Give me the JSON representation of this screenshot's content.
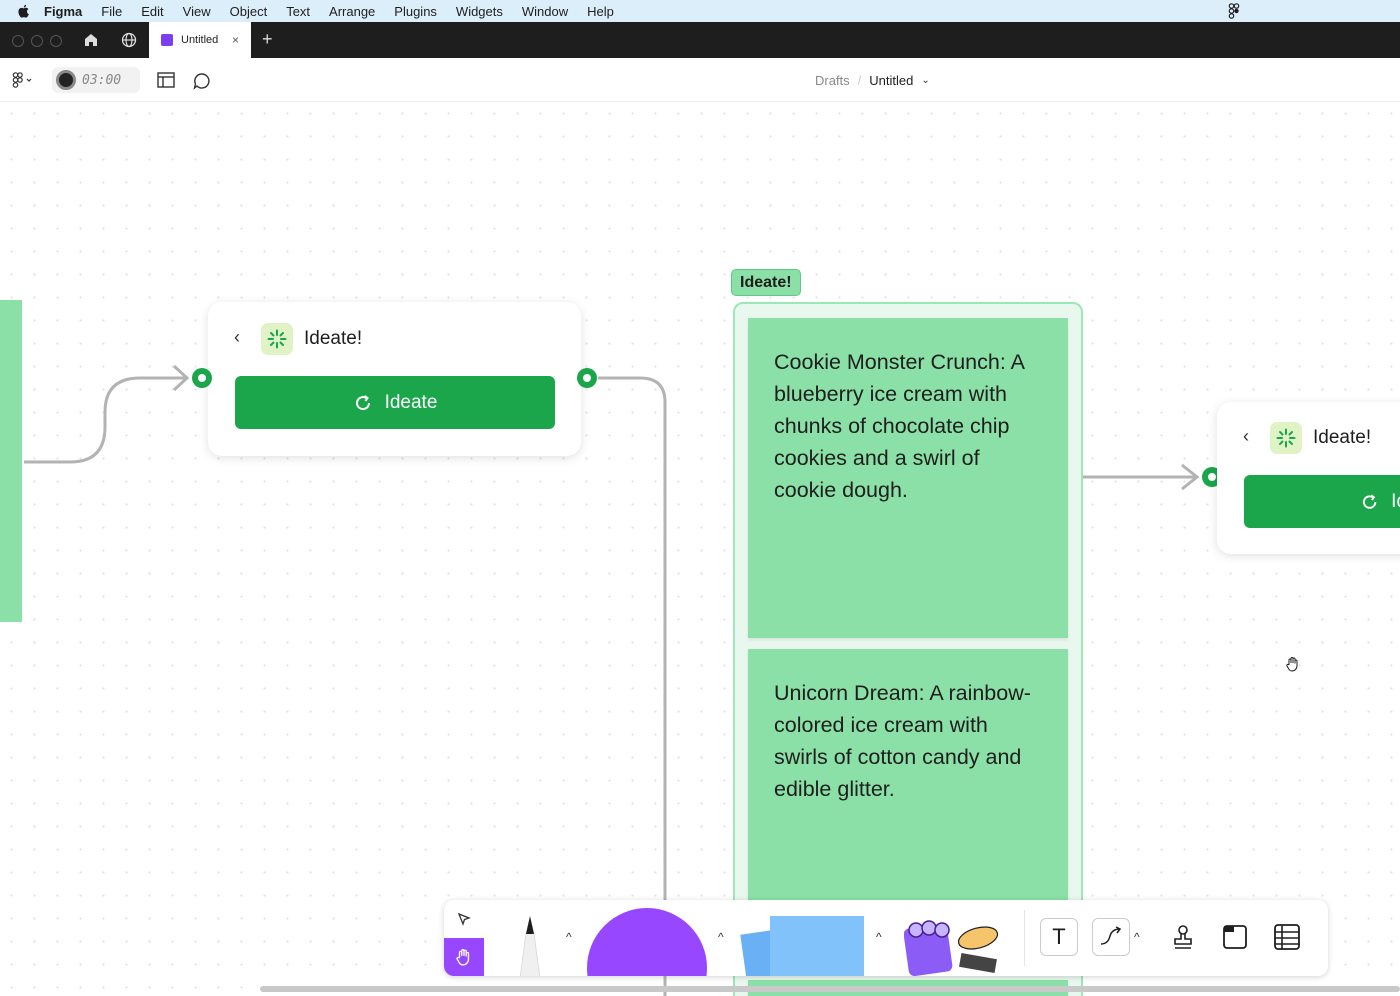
{
  "menubar": {
    "app": "Figma",
    "items": [
      "File",
      "Edit",
      "View",
      "Object",
      "Text",
      "Arrange",
      "Plugins",
      "Widgets",
      "Window",
      "Help"
    ]
  },
  "tabs": {
    "active_title": "Untitled",
    "close": "×",
    "new_tab": "+"
  },
  "toolbar": {
    "timer": "03:00",
    "breadcrumb_parent": "Drafts",
    "breadcrumb_sep": "/",
    "file_name": "Untitled",
    "chevron": "⌄"
  },
  "canvas": {
    "widget_left": {
      "back": "‹",
      "title": "Ideate!",
      "button": "Ideate"
    },
    "widget_right": {
      "back": "‹",
      "title": "Ideate!",
      "button": "Ideate"
    },
    "section": {
      "label": "Ideate!",
      "stickies": [
        "Cookie Monster Crunch: A blueberry ice cream with chunks of chocolate chip cookies and a swirl of cookie dough.",
        "Unicorn Dream: A rainbow-colored ice cream with swirls of cotton candy and edible glitter."
      ]
    }
  },
  "toolbelt": {
    "caret": "^",
    "text_tool": "T"
  },
  "colors": {
    "accent_green": "#1ba64b",
    "sticky_green": "#8ae0a6",
    "figma_purple": "#9747ff",
    "sticky_blue": "#82c2fb"
  },
  "icons": [
    "apple-icon",
    "figma-menu-icon",
    "home-icon",
    "globe-icon",
    "figma-file-icon",
    "close-icon",
    "plus-icon",
    "figma-logo-icon",
    "board-icon",
    "comment-icon",
    "chevron-down-icon",
    "back-icon",
    "sparkle-icon",
    "refresh-icon",
    "hand-cursor-icon",
    "move-icon",
    "hand-icon",
    "pen-icon",
    "circle-shape-icon",
    "sticky-note-icon",
    "sticker-icon",
    "text-icon",
    "connector-icon",
    "stamp-icon",
    "section-icon",
    "table-icon"
  ]
}
